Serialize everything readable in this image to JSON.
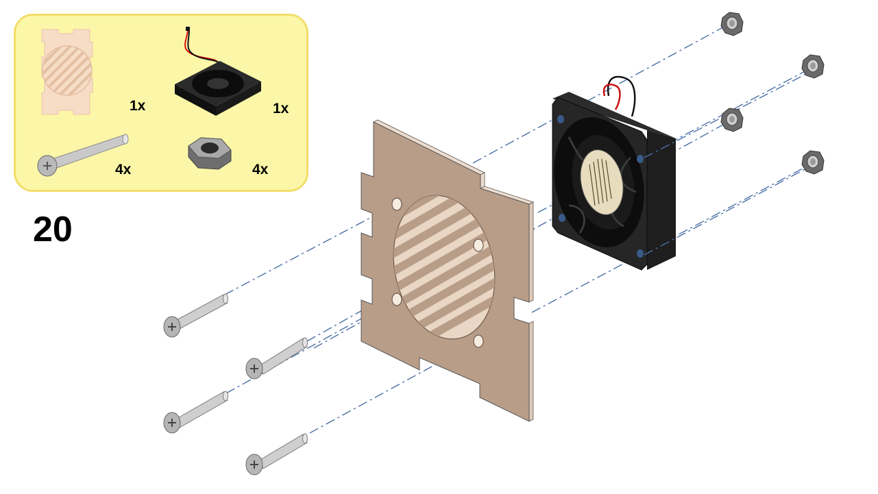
{
  "step": {
    "number": "20"
  },
  "parts": [
    {
      "name": "plate",
      "icon": "wood-plate-icon",
      "qty": "1x"
    },
    {
      "name": "fan",
      "icon": "fan-icon",
      "qty": "1x"
    },
    {
      "name": "screw",
      "icon": "screw-icon",
      "qty": "4x"
    },
    {
      "name": "nut",
      "icon": "nut-icon",
      "qty": "4x"
    }
  ],
  "colors": {
    "panel_fill": "#fcf7a8",
    "panel_border": "#f1de6a",
    "wood": "#b89d89",
    "wood_light": "#eddccd",
    "fan_body": "#1c1c1c",
    "metal": "#c4c4c4",
    "guide_line": "#4a6fa5"
  }
}
